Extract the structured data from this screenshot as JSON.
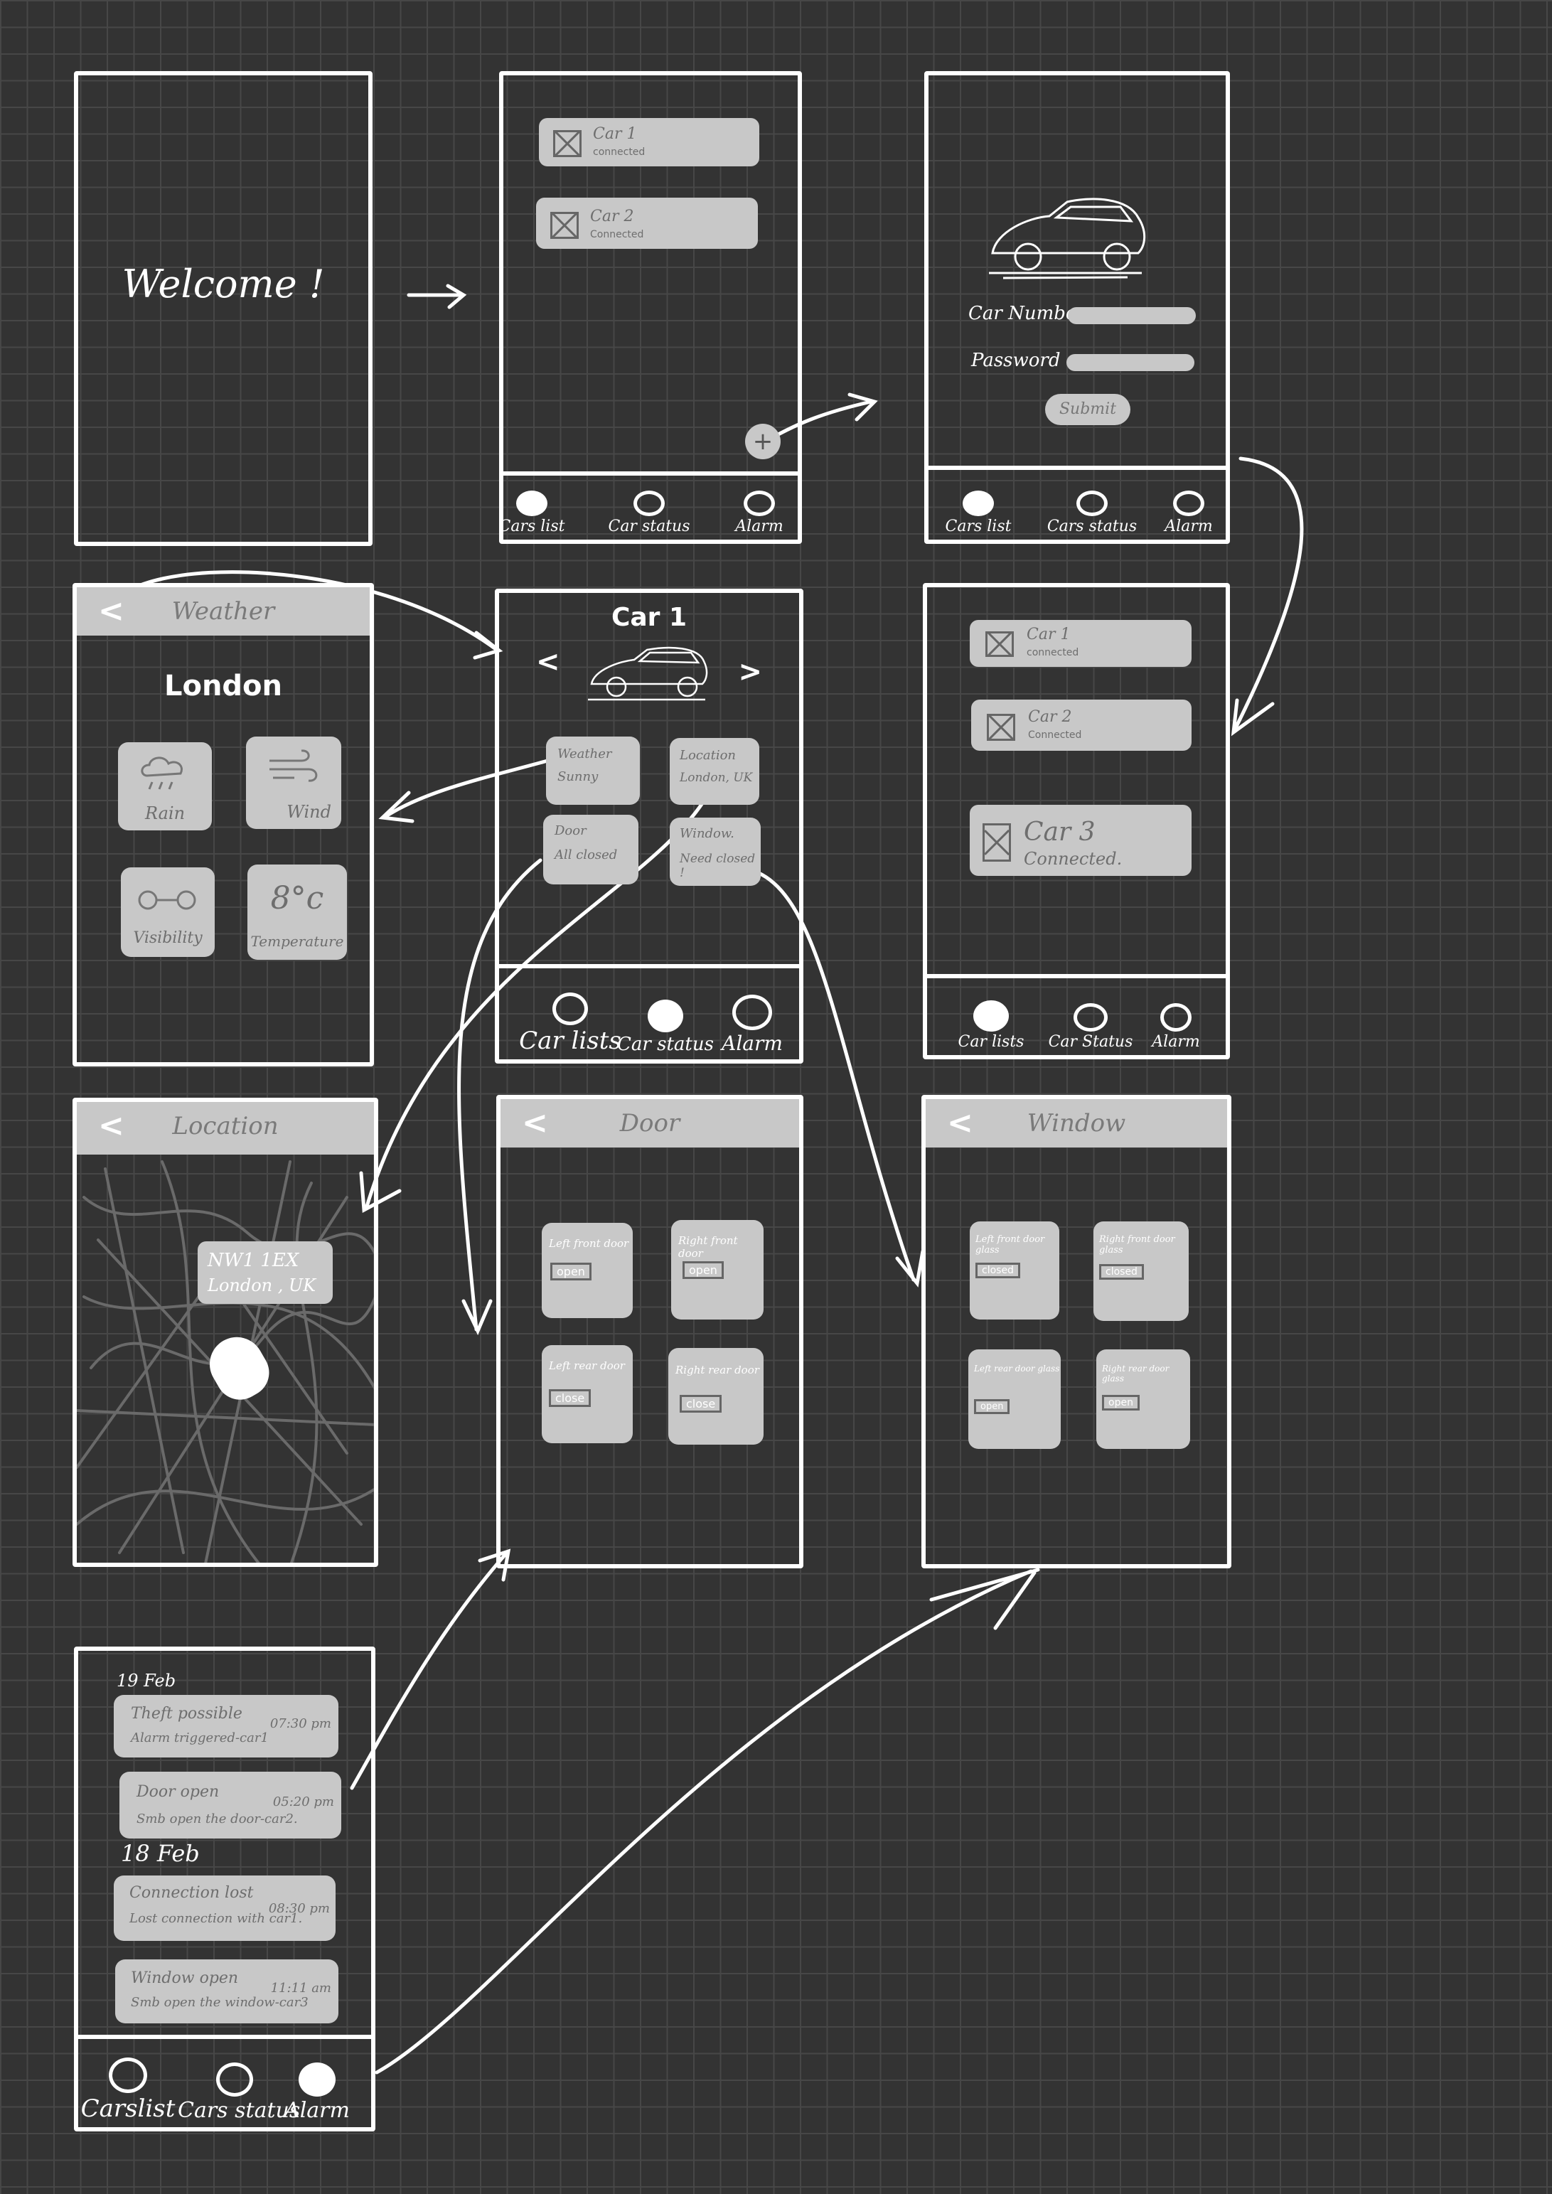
{
  "welcome": {
    "title": "Welcome !"
  },
  "nav": {
    "cars_list": "Cars list",
    "car_status": "Car status",
    "alarm": "Alarm",
    "car_lists": "Car lists",
    "cars_status": "Cars status",
    "car_status_cap": "Car Status",
    "carslist": "Carslist",
    "alarm_cap": "Alarm"
  },
  "car_list_1": {
    "cars": [
      {
        "name": "Car 1",
        "status": "connected"
      },
      {
        "name": "Car 2",
        "status": "Connected"
      }
    ],
    "add": "+"
  },
  "add_car": {
    "car_number_label": "Car Number:",
    "password_label": "Password :",
    "submit": "Submit"
  },
  "weather": {
    "header": "Weather",
    "back": "<",
    "city": "London",
    "tiles": [
      {
        "label": "Rain",
        "icon": "rain-cloud-icon"
      },
      {
        "label": "Wind",
        "icon": "wind-icon"
      },
      {
        "label": "Visibility",
        "icon": "visibility-icon"
      },
      {
        "label": "Temperature",
        "value": "8°c"
      }
    ]
  },
  "car_detail": {
    "title": "Car 1",
    "prev": "<",
    "next": ">",
    "tiles": [
      {
        "title": "Weather",
        "value": "Sunny"
      },
      {
        "title": "Location",
        "value": "London, UK"
      },
      {
        "title": "Door",
        "value": "All closed"
      },
      {
        "title": "Window.",
        "value": "Need closed !"
      }
    ]
  },
  "car_list_2": {
    "cars": [
      {
        "name": "Car 1",
        "status": "connected"
      },
      {
        "name": "Car 2",
        "status": "Connected"
      },
      {
        "name": "Car 3",
        "status": "Connected."
      }
    ]
  },
  "location": {
    "header": "Location",
    "back": "<",
    "postcode": "NW1 1EX",
    "city": "London , UK"
  },
  "door": {
    "header": "Door",
    "back": "<",
    "tiles": [
      {
        "label": "Left front door",
        "state": "open"
      },
      {
        "label": "Right front door",
        "state": "open"
      },
      {
        "label": "Left rear door",
        "state": "close"
      },
      {
        "label": "Right rear door",
        "state": "close"
      }
    ]
  },
  "window": {
    "header": "Window",
    "back": "<",
    "tiles": [
      {
        "label": "Left front door glass",
        "state": "closed"
      },
      {
        "label": "Right front door glass",
        "state": "closed"
      },
      {
        "label": "Left rear door glass",
        "state": "open"
      },
      {
        "label": "Right rear door glass",
        "state": "open"
      }
    ]
  },
  "alarm_screen": {
    "groups": [
      {
        "date": "19 Feb",
        "items": [
          {
            "title": "Theft possible",
            "desc": "Alarm triggered-car1",
            "time": "07:30 pm"
          },
          {
            "title": "Door open",
            "desc": "Smb open the door-car2.",
            "time": "05:20 pm"
          }
        ]
      },
      {
        "date": "18 Feb",
        "items": [
          {
            "title": "Connection lost",
            "desc": "Lost connection with car1.",
            "time": "08:30 pm"
          },
          {
            "title": "Window open",
            "desc": "Smb open the window-car3",
            "time": "11:11 am"
          }
        ]
      }
    ]
  }
}
